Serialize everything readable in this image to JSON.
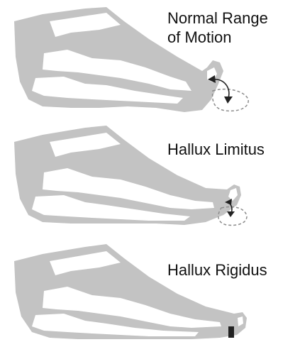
{
  "labels": {
    "normal": [
      "Normal Range",
      "of Motion"
    ],
    "limitus": "Hallux Limitus",
    "rigidus": "Hallux Rigidus"
  },
  "colors": {
    "bone": "#c3c3c3",
    "background": "#ffffff",
    "text": "#111111",
    "arrow": "#222222",
    "dashed_toe": "#8c8c8c"
  }
}
